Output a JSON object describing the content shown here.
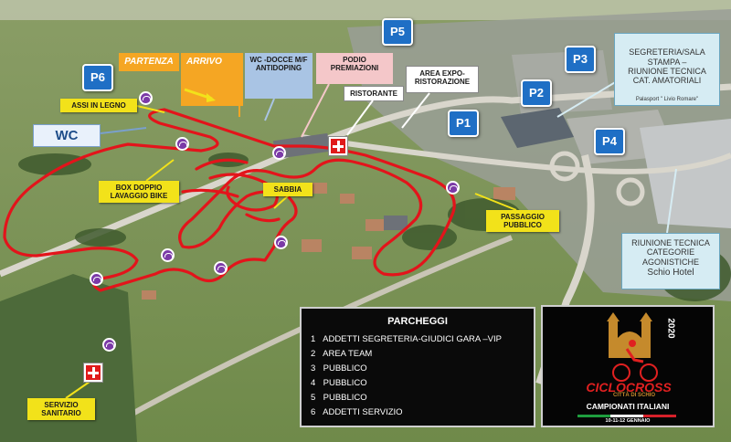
{
  "labels": {
    "partenza": "PARTENZA",
    "arrivo": "ARRIVO",
    "wc_docce": "WC -DOCCE M/F\nANTIDOPING",
    "podio": "PODIO\nPREMIAZIONI",
    "ristorante": "RISTORANTE",
    "area_expo": "AREA EXPO-\nRISTORAZIONE",
    "assi": "ASSI IN LEGNO",
    "wc": "WC",
    "box_doppio": "BOX DOPPIO\nLAVAGGIO BIKE",
    "sabbia": "SABBIA",
    "passaggio": "PASSAGGIO\nPUBBLICO",
    "servizio": "SERVIZIO\nSANITARIO",
    "segreteria": "SEGRETERIA/SALA\nSTAMPA –\nRIUNIONE TECNICA\nCAT. AMATORIALI",
    "palasport": "Palasport \" Livio Romare\"",
    "riunione": "RIUNIONE TECNICA\nCATEGORIE\nAGONISTICHE",
    "schio_hotel": "Schio Hotel"
  },
  "parking_badges": [
    "P1",
    "P2",
    "P3",
    "P4",
    "P5",
    "P6"
  ],
  "parcheggi": {
    "title": "PARCHEGGI",
    "items": [
      {
        "num": "1",
        "text": "ADDETTI SEGRETERIA-GIUDICI  GARA –VIP"
      },
      {
        "num": "2",
        "text": "AREA TEAM"
      },
      {
        "num": "3",
        "text": "PUBBLICO"
      },
      {
        "num": "4",
        "text": "PUBBLICO"
      },
      {
        "num": "5",
        "text": "PUBBLICO"
      },
      {
        "num": "6",
        "text": "ADDETTI SERVIZIO"
      }
    ]
  },
  "logo": {
    "year": "2020",
    "brand": "CICLOCROSS",
    "city": "CITTÀ DI SCHIO",
    "event": "CAMPIONATI ITALIANI",
    "dates": "10-11-12 GENNAIO"
  },
  "colors": {
    "track": "#e3141b",
    "parking_badge": "#1f6fc5",
    "marker": "#7b3aa7",
    "aid": "#e01a1a",
    "label_yellow": "#f2e21a",
    "label_orange": "#f5a623"
  },
  "icons": [
    "marker-icon",
    "first-aid-icon",
    "arrow-icon"
  ]
}
